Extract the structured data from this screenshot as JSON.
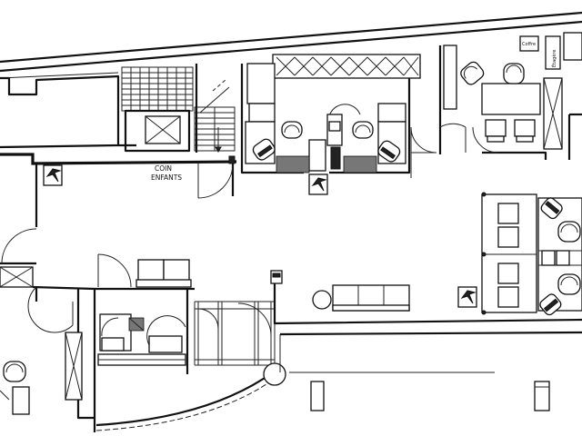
{
  "labels": {
    "kids_corner_line1": "COIN",
    "kids_corner_line2": "ENFANTS",
    "coffee": "Coffre",
    "storage": "Étagère"
  },
  "colors": {
    "line": "#111111",
    "background": "#ffffff",
    "fill_dark": "#222222"
  }
}
